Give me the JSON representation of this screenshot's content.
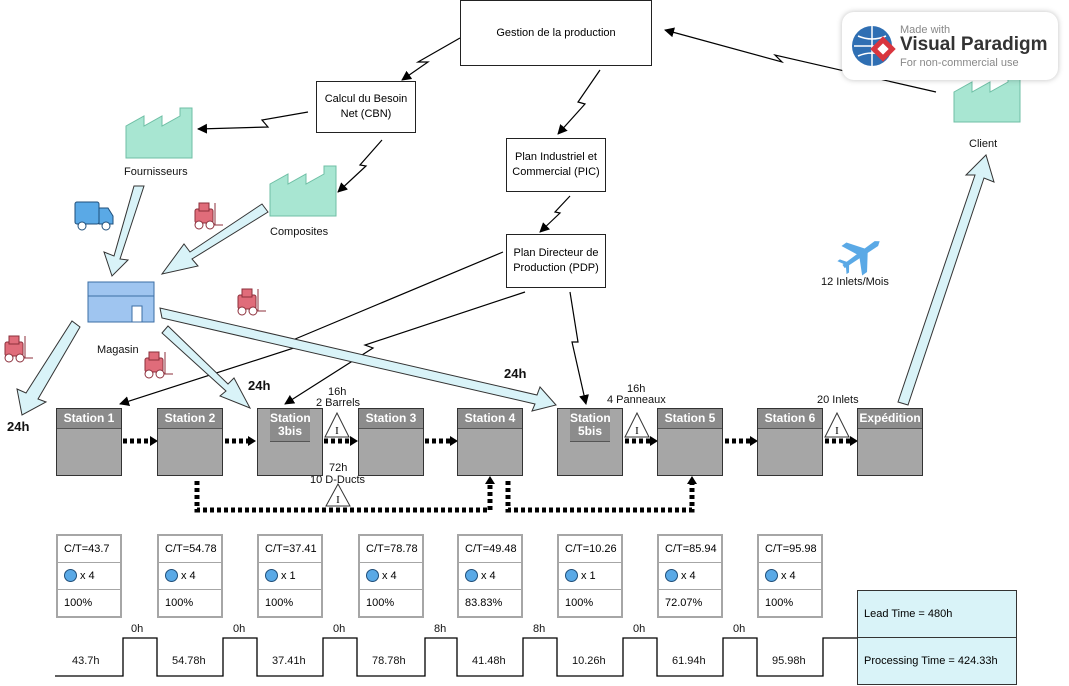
{
  "process": {
    "gestion": "Gestion de la production",
    "cbn": "Calcul du Besoin Net (CBN)",
    "pic": "Plan Industriel et Commercial (PIC)",
    "pdp": "Plan Directeur de Production (PDP)"
  },
  "entities": {
    "fournisseurs": "Fournisseurs",
    "composites": "Composites",
    "magasin": "Magasin",
    "client": "Client",
    "shipment": "12 Inlets/Mois"
  },
  "delays": {
    "left": "24h",
    "mid1": "24h",
    "mid2": "24h"
  },
  "inventories": [
    {
      "time": "16h",
      "qty": "2 Barrels"
    },
    {
      "time": "72h",
      "qty": "10 D-Ducts"
    },
    {
      "time": "16h",
      "qty": "4 Panneaux"
    },
    {
      "time": "",
      "qty": "20 Inlets"
    }
  ],
  "stations": [
    {
      "name": "Station 1",
      "ct": "C/T=43.7",
      "ops": "x 4",
      "uptime": "100%"
    },
    {
      "name": "Station 2",
      "ct": "C/T=54.78",
      "ops": "x 4",
      "uptime": "100%"
    },
    {
      "name": "Station 3bis",
      "ct": "C/T=37.41",
      "ops": "x 1",
      "uptime": "100%"
    },
    {
      "name": "Station 3",
      "ct": "C/T=78.78",
      "ops": "x 4",
      "uptime": "100%"
    },
    {
      "name": "Station 4",
      "ct": "C/T=49.48",
      "ops": "x 4",
      "uptime": "83.83%"
    },
    {
      "name": "Station 5bis",
      "ct": "C/T=10.26",
      "ops": "x 1",
      "uptime": "100%"
    },
    {
      "name": "Station 5",
      "ct": "C/T=85.94",
      "ops": "x 4",
      "uptime": "72.07%"
    },
    {
      "name": "Station 6",
      "ct": "C/T=95.98",
      "ops": "x 4",
      "uptime": "100%"
    },
    {
      "name": "Expédition"
    }
  ],
  "timeline": {
    "process": [
      "43.7h",
      "54.78h",
      "37.41h",
      "78.78h",
      "41.48h",
      "10.26h",
      "61.94h",
      "95.98h"
    ],
    "wait": [
      "0h",
      "0h",
      "0h",
      "8h",
      "8h",
      "0h",
      "0h"
    ]
  },
  "summary": {
    "lead_time": "Lead Time = 480h",
    "processing_time": "Processing Time = 424.33h"
  },
  "watermark": {
    "line1": "Made with",
    "line2": "Visual Paradigm",
    "line3": "For non-commercial use"
  },
  "colors": {
    "factory": "#a8e6d2",
    "push_arrow": "#d9f3f8",
    "station": "#a6a6a6",
    "station_header": "#8c8c8c",
    "magasin": "#9fc5f0",
    "forklift": "#e06c7a",
    "truck": "#5aa9e6",
    "plane": "#5aa9e6",
    "operator": "#5aa9e6"
  }
}
